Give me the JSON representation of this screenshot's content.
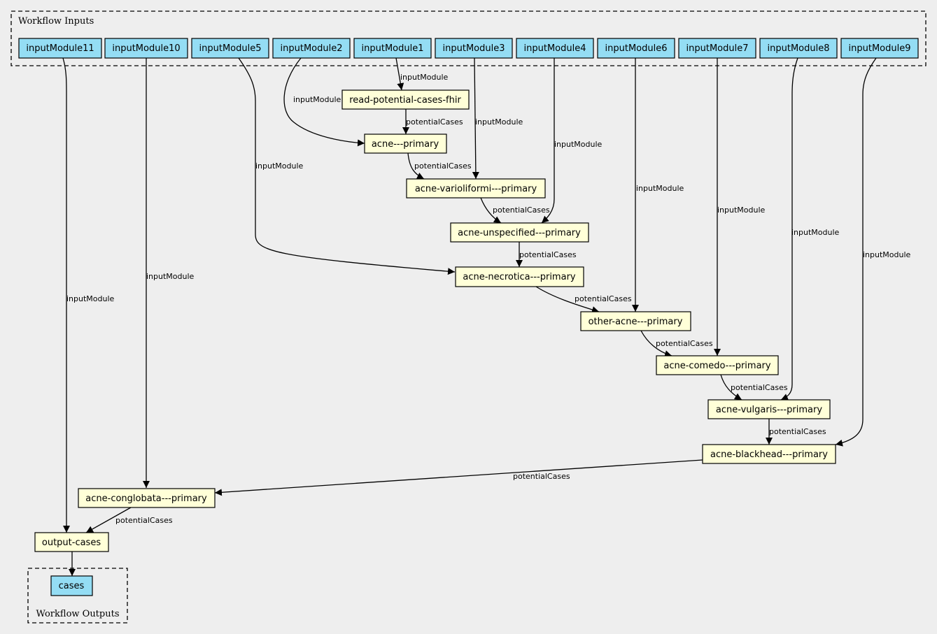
{
  "clusters": {
    "inputs": {
      "label": "Workflow Inputs"
    },
    "outputs": {
      "label": "Workflow Outputs"
    }
  },
  "nodes": {
    "inputModule11": "inputModule11",
    "inputModule10": "inputModule10",
    "inputModule5": "inputModule5",
    "inputModule2": "inputModule2",
    "inputModule1": "inputModule1",
    "inputModule3": "inputModule3",
    "inputModule4": "inputModule4",
    "inputModule6": "inputModule6",
    "inputModule7": "inputModule7",
    "inputModule8": "inputModule8",
    "inputModule9": "inputModule9",
    "read_fhir": "read-potential-cases-fhir",
    "acne_primary": "acne---primary",
    "acne_varioliformi": "acne-varioliformi---primary",
    "acne_unspecified": "acne-unspecified---primary",
    "acne_necrotica": "acne-necrotica---primary",
    "other_acne": "other-acne---primary",
    "acne_comedo": "acne-comedo---primary",
    "acne_vulgaris": "acne-vulgaris---primary",
    "acne_blackhead": "acne-blackhead---primary",
    "acne_conglobata": "acne-conglobata---primary",
    "output_cases": "output-cases",
    "cases": "cases"
  },
  "edge_labels": {
    "input_module": "inputModule",
    "potential_cases": "potentialCases"
  }
}
